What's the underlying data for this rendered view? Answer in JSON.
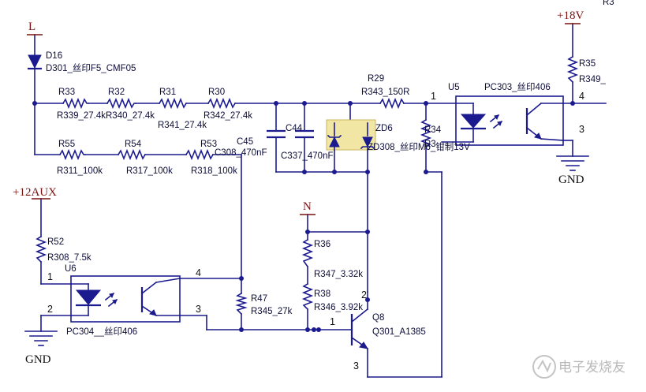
{
  "nets": {
    "L": "L",
    "N": "N",
    "v18": "+18V",
    "v12aux": "+12AUX",
    "gnd_left": "GND",
    "gnd_right": "GND"
  },
  "components": {
    "D16": {
      "ref": "D16",
      "value": "D301_丝印F5_CMF05"
    },
    "R33": {
      "ref": "R33",
      "value": "R339_27.4k"
    },
    "R32": {
      "ref": "R32",
      "value": "R340_27.4k"
    },
    "R31": {
      "ref": "R31",
      "value": "R341_27.4k"
    },
    "R30": {
      "ref": "R30",
      "value": "R342_27.4k"
    },
    "R55": {
      "ref": "R55",
      "value": "R311_100k"
    },
    "R54": {
      "ref": "R54",
      "value": "R317_100k"
    },
    "R53": {
      "ref": "R53",
      "value": "R318_100k"
    },
    "C45": {
      "ref": "C45",
      "value": "C308_470nF"
    },
    "C44": {
      "ref": "C44",
      "value": "C337_470nF"
    },
    "ZD6": {
      "ref": "ZD6",
      "value": "ZD308_丝印M6_钳制13V"
    },
    "R29": {
      "ref": "R29",
      "value": "R343_150R"
    },
    "R34": {
      "ref": "R34",
      "value": "R3"
    },
    "R35": {
      "ref": "R35",
      "value": "R349_"
    },
    "U5": {
      "ref": "U5",
      "value": "PC303_丝印406"
    },
    "U6": {
      "ref": "U6",
      "value": "PC304__丝印406"
    },
    "R52": {
      "ref": "R52",
      "value": "R308_7.5k"
    },
    "R47": {
      "ref": "R47",
      "value": "R345_27k"
    },
    "R36": {
      "ref": "R36",
      "value": "R347_3.32k"
    },
    "R38": {
      "ref": "R38",
      "value": "R346_3.92k"
    },
    "Q8": {
      "ref": "Q8",
      "value": "Q301_A1385"
    }
  },
  "pins": {
    "u5_1": "1",
    "u5_4": "4",
    "u5_3": "3",
    "u6_1": "1",
    "u6_2": "2",
    "u6_3": "3",
    "u6_4": "4",
    "q8_1": "1",
    "q8_2": "2",
    "q8_3": "3"
  },
  "watermark": "电子发烧友",
  "corner_fragment": "R3"
}
